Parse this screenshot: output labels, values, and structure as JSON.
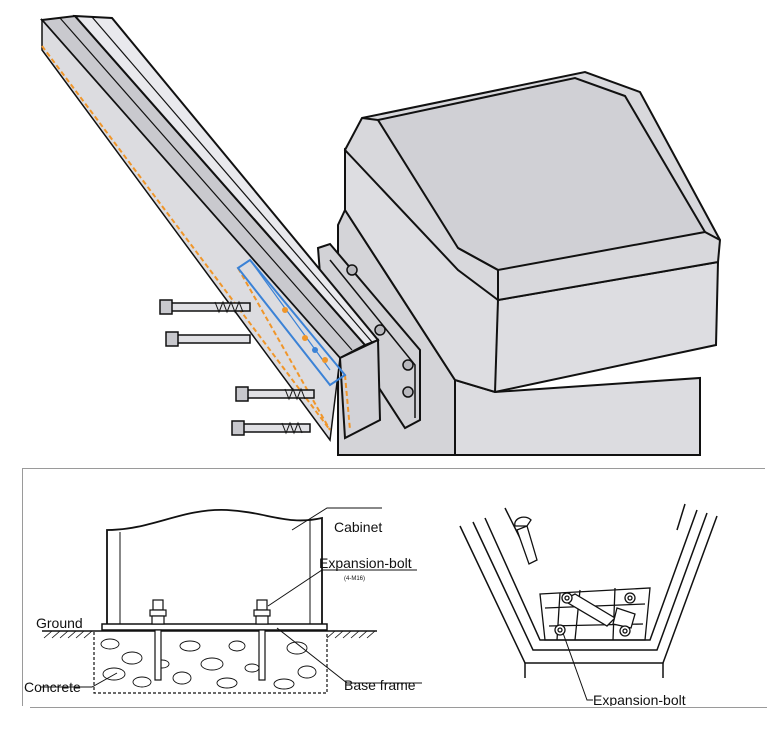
{
  "labels": {
    "cabinet": "Cabinet",
    "expansion_bolt": "Expansion-bolt",
    "bolt_spec": "(4-M16)",
    "ground": "Ground",
    "concrete": "Concrete",
    "base_frame": "Base frame",
    "expansion_bolt_right": "Expansion-bolt"
  },
  "colors": {
    "metal_light": "#e8e8ec",
    "metal_mid": "#d6d6da",
    "metal_dark": "#c6c6cb",
    "outline": "#111111",
    "highlight_orange": "#f0962a",
    "highlight_blue": "#3b82d6"
  }
}
